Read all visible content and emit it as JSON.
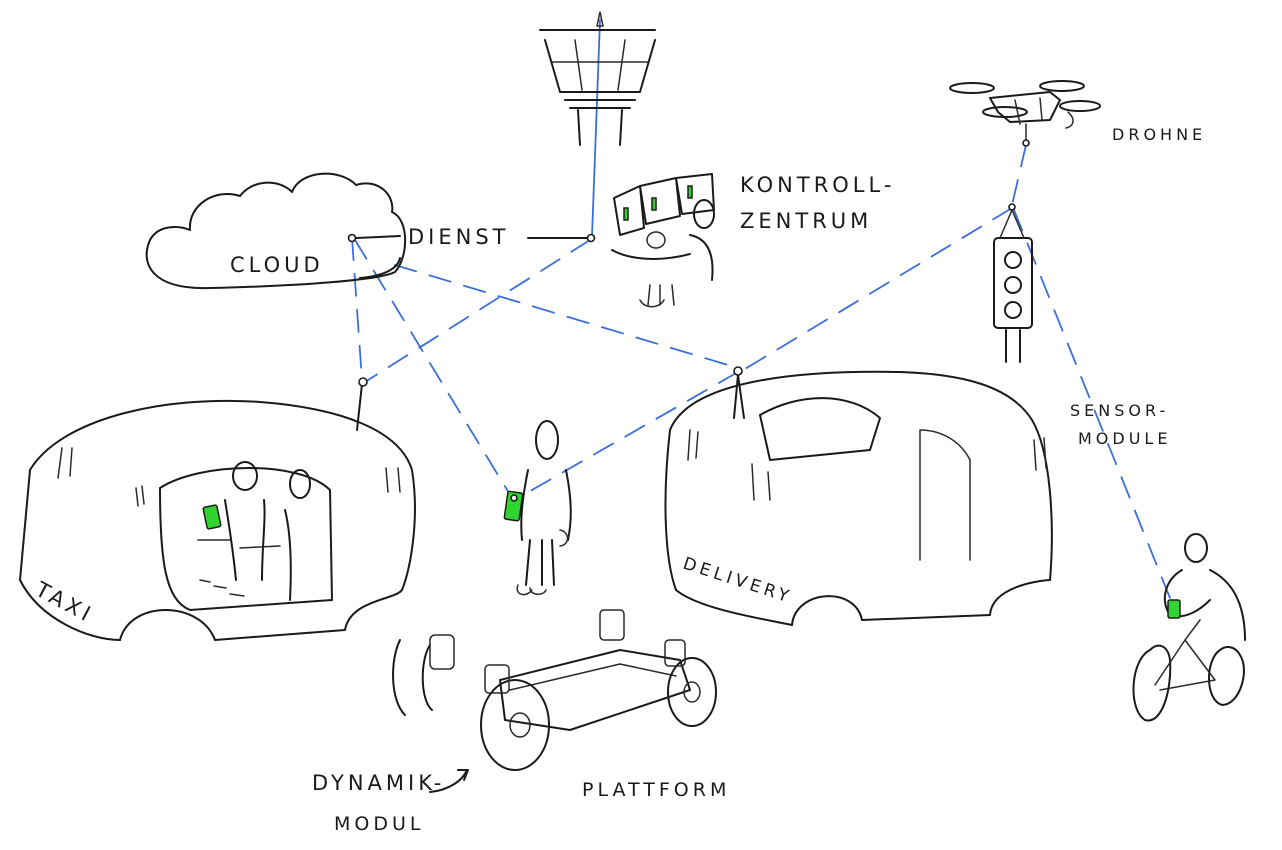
{
  "labels": {
    "cloud": "CLOUD",
    "dienst": "DIENST",
    "kontroll_1": "KONTROLL-",
    "kontroll_2": "ZENTRUM",
    "drohne": "DROHNE",
    "sensor_1": "SENSOR-",
    "sensor_2": "MODULE",
    "taxi": "TAXI",
    "delivery": "DELIVERY",
    "dynamik_1": "DYNAMIK-",
    "dynamik_2": "MODUL",
    "plattform": "PLATTFORM"
  },
  "colors": {
    "ink": "#1a1a1a",
    "link": "#3b6fd8",
    "device_screen": "#2fd42f",
    "background": "#ffffff"
  }
}
